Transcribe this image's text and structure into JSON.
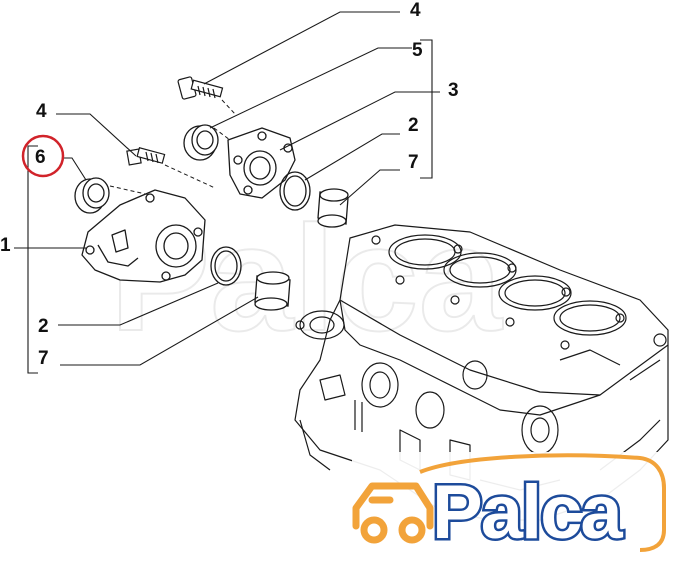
{
  "callouts": {
    "c4_top": "4",
    "c5": "5",
    "c3": "3",
    "c2_right": "2",
    "c7_right": "7",
    "c4_left": "4",
    "c6": "6",
    "c1": "1",
    "c2_left": "2",
    "c7_left": "7"
  },
  "logo": {
    "text": "Palca",
    "icon": "delivery-truck-icon",
    "colors": {
      "brand_blue": "#1d4b9b",
      "brand_orange": "#f2a33a"
    }
  },
  "highlight": {
    "target": "6",
    "color": "#d1232a"
  },
  "watermark": {
    "text": "Palca"
  }
}
